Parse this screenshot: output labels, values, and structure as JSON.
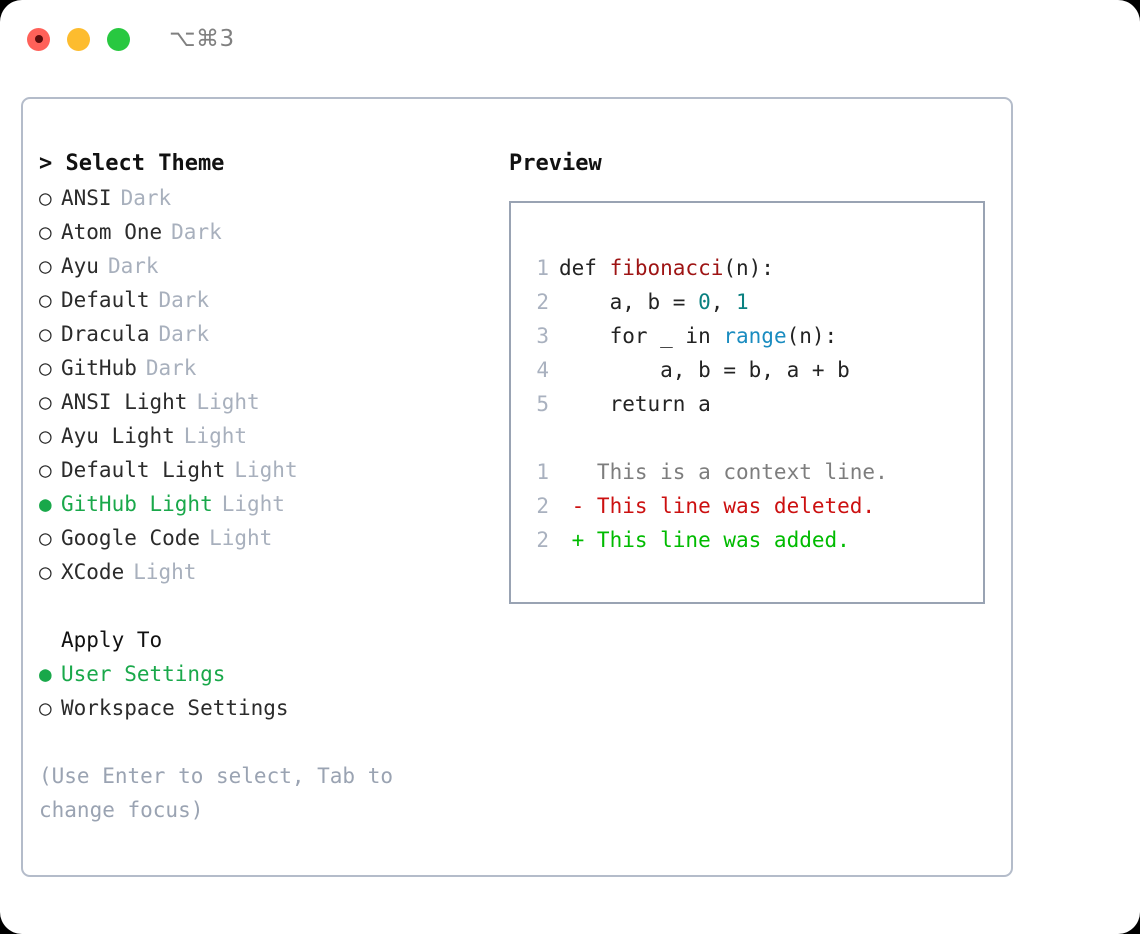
{
  "titlebar": {
    "shortcut": "⌥⌘3",
    "close_icon": "close-dot",
    "minimize_icon": "minimize-dot",
    "maximize_icon": "maximize-dot"
  },
  "theme_picker": {
    "header": "> Select Theme",
    "bullet_unselected": "○",
    "bullet_selected": "●",
    "items": [
      {
        "label": "ANSI",
        "variant": "Dark",
        "selected": false
      },
      {
        "label": "Atom One",
        "variant": "Dark",
        "selected": false
      },
      {
        "label": "Ayu",
        "variant": "Dark",
        "selected": false
      },
      {
        "label": "Default",
        "variant": "Dark",
        "selected": false
      },
      {
        "label": "Dracula",
        "variant": "Dark",
        "selected": false
      },
      {
        "label": "GitHub",
        "variant": "Dark",
        "selected": false
      },
      {
        "label": "ANSI Light",
        "variant": "Light",
        "selected": false
      },
      {
        "label": "Ayu Light",
        "variant": "Light",
        "selected": false
      },
      {
        "label": "Default Light",
        "variant": "Light",
        "selected": false
      },
      {
        "label": "GitHub Light",
        "variant": "Light",
        "selected": true
      },
      {
        "label": "Google Code",
        "variant": "Light",
        "selected": false
      },
      {
        "label": "XCode",
        "variant": "Light",
        "selected": false
      }
    ]
  },
  "apply_to": {
    "header": "Apply To",
    "items": [
      {
        "label": "User Settings",
        "selected": true
      },
      {
        "label": "Workspace Settings",
        "selected": false
      }
    ]
  },
  "hint": "(Use Enter to select, Tab to change focus)",
  "preview": {
    "title": "Preview",
    "code_lines": [
      {
        "no": "1",
        "segments": [
          {
            "text": "def ",
            "token": "plain"
          },
          {
            "text": "fibonacci",
            "token": "fn"
          },
          {
            "text": "(n):",
            "token": "plain"
          }
        ]
      },
      {
        "no": "2",
        "segments": [
          {
            "text": "    a, b = ",
            "token": "plain"
          },
          {
            "text": "0",
            "token": "num"
          },
          {
            "text": ", ",
            "token": "plain"
          },
          {
            "text": "1",
            "token": "num"
          }
        ]
      },
      {
        "no": "3",
        "segments": [
          {
            "text": "    for _ in ",
            "token": "plain"
          },
          {
            "text": "range",
            "token": "call"
          },
          {
            "text": "(n):",
            "token": "plain"
          }
        ]
      },
      {
        "no": "4",
        "segments": [
          {
            "text": "        a, b = b, a + b",
            "token": "plain"
          }
        ]
      },
      {
        "no": "5",
        "segments": [
          {
            "text": "    return a",
            "token": "plain"
          }
        ]
      }
    ],
    "diff_lines": [
      {
        "no": "1",
        "marker": " ",
        "text": "This is a context line.",
        "kind": "context"
      },
      {
        "no": "2",
        "marker": "-",
        "text": "This line was deleted.",
        "kind": "delete"
      },
      {
        "no": "2",
        "marker": "+",
        "text": "This line was added.",
        "kind": "add"
      }
    ]
  },
  "colors": {
    "accent_green": "#19a84a",
    "diff_add": "#00bb00",
    "diff_delete": "#cc1010",
    "muted": "#a8b0bd",
    "function": "#9e1414",
    "number": "#0a8080",
    "builtin": "#1a8cc0"
  }
}
